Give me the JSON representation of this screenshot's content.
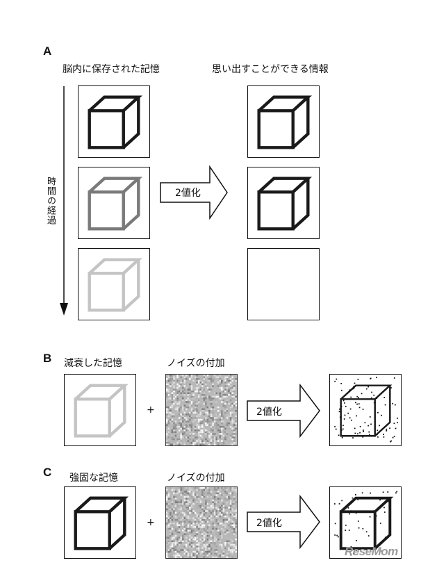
{
  "panel_a": {
    "letter": "A",
    "left_heading": "脳内に保存された記憶",
    "right_heading": "思い出すことができる情報",
    "time_label": "時間の経過",
    "arrow_label": "2値化"
  },
  "panel_b": {
    "letter": "B",
    "memory_label": "減衰した記憶",
    "noise_label": "ノイズの付加",
    "plus": "+",
    "arrow_label": "2値化"
  },
  "panel_c": {
    "letter": "C",
    "memory_label": "強固な記憶",
    "noise_label": "ノイズの付加",
    "plus": "+",
    "arrow_label": "2値化"
  },
  "watermark": {
    "text": "ReseMom"
  },
  "colors": {
    "strong": "#1a1a1a",
    "medium": "#7a7a7a",
    "faint": "#c4c4c4",
    "noise_bg": "#b8b8b8"
  }
}
